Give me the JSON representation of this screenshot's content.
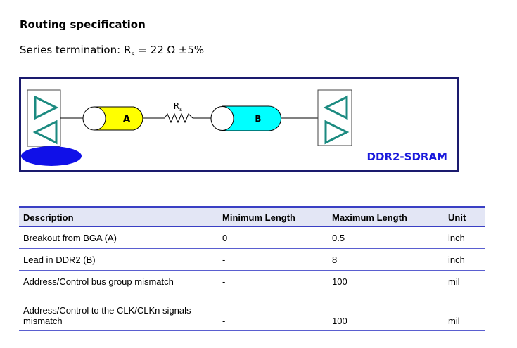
{
  "title": "Routing specification",
  "subtitle": {
    "prefix": "Series termination: R",
    "sub": "s",
    "suffix": " = 22 Ω ±5%"
  },
  "diagram": {
    "segment_a": "A",
    "segment_b": "B",
    "resistor": "R",
    "resistor_sub": "s",
    "right_device": "DDR2-SDRAM",
    "colors": {
      "a": "#ffff00",
      "b": "#00ffff",
      "device_label": "#1a1adc",
      "frame": "#1a1a6e",
      "buffer": "#1b8a80"
    }
  },
  "table": {
    "headers": [
      "Description",
      "Minimum Length",
      "Maximum Length",
      "Unit"
    ],
    "rows": [
      [
        "Breakout from BGA (A)",
        "0",
        "0.5",
        "inch"
      ],
      [
        "Lead in DDR2 (B)",
        "-",
        "8",
        "inch"
      ],
      [
        "Address/Control bus group mismatch",
        "-",
        "100",
        "mil"
      ],
      [
        "Address/Control to the CLK/CLKn signals mismatch",
        "-",
        "100",
        "mil"
      ]
    ]
  }
}
